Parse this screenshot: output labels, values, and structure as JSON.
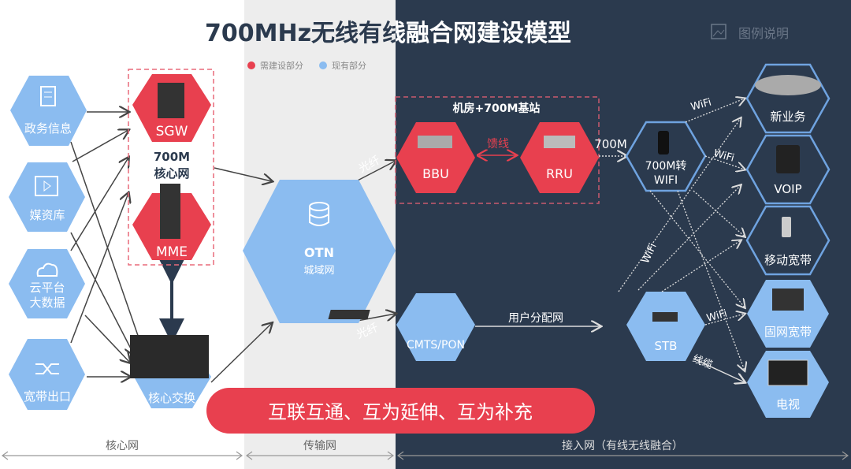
{
  "title": "700MHz无线有线融合网建设模型",
  "legend": {
    "label": "图例说明",
    "new_build": "需建设部分",
    "existing": "现有部分",
    "new_color": "#e8404f",
    "existing_color": "#8bbcf0"
  },
  "colors": {
    "dark_bg": "#2b3a4e",
    "mid_bg": "#ededed",
    "red": "#e8404f",
    "blue": "#8bbcf0"
  },
  "sources": [
    "政务信息",
    "媒资库",
    "云平台\n大数据",
    "宽带出口"
  ],
  "core": {
    "group_label_1": "700M",
    "group_label_2": "核心网",
    "sgw": "SGW",
    "mme": "MME",
    "switch": "核心交换"
  },
  "transport": {
    "otn_1": "OTN",
    "otn_2": "城域网",
    "fiber_top": "光纤",
    "fiber_bottom": "光纤"
  },
  "station": {
    "group_label": "机房+700M基站",
    "bbu": "BBU",
    "rru": "RRU",
    "feeder": "馈线",
    "link_700m": "700M"
  },
  "access": {
    "wifi_conv_1": "700M转",
    "wifi_conv_2": "WIFI",
    "cmts": "CMTS/PON",
    "user_net": "用户分配网",
    "stb": "STB",
    "wifi": "WiFi",
    "cable": "线缆"
  },
  "endpoints": [
    "新业务",
    "VOIP",
    "移动宽带",
    "固网宽带",
    "电视"
  ],
  "banner": "互联互通、互为延伸、互为补充",
  "sections": [
    "核心网",
    "传输网",
    "接入网（有线无线融合）"
  ]
}
